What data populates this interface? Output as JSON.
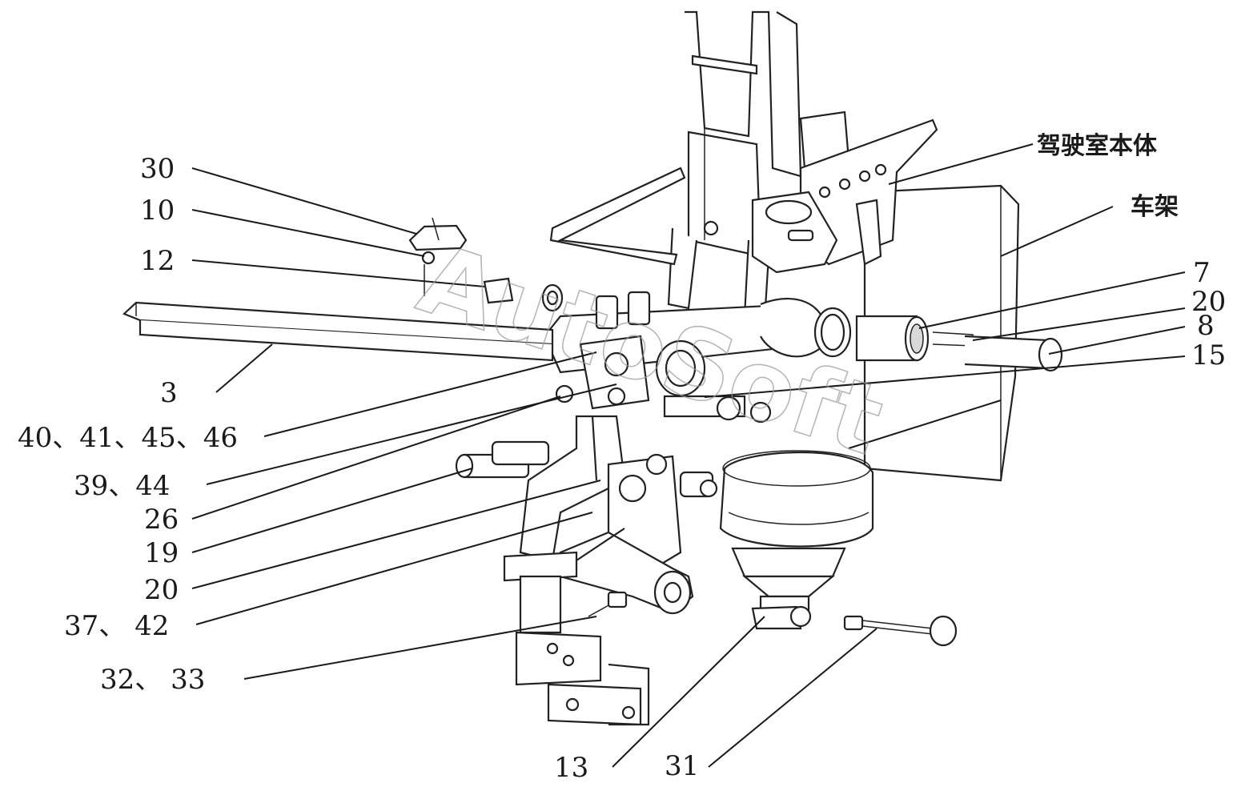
{
  "diagram": {
    "watermark": "AutoSoft",
    "labels": {
      "cab_body": "驾驶室本体",
      "frame": "车架",
      "l30": "30",
      "l10": "10",
      "l12": "12",
      "l3": "3",
      "l40": "40、41、45、46",
      "l39": "39、44",
      "l26": "26",
      "l19": "19",
      "l20a": "20",
      "l37": "37、 42",
      "l32": "32、 33",
      "l13": "13",
      "l31": "31",
      "l7": "7",
      "l20b": "20",
      "l8": "8",
      "l15": "15"
    }
  }
}
